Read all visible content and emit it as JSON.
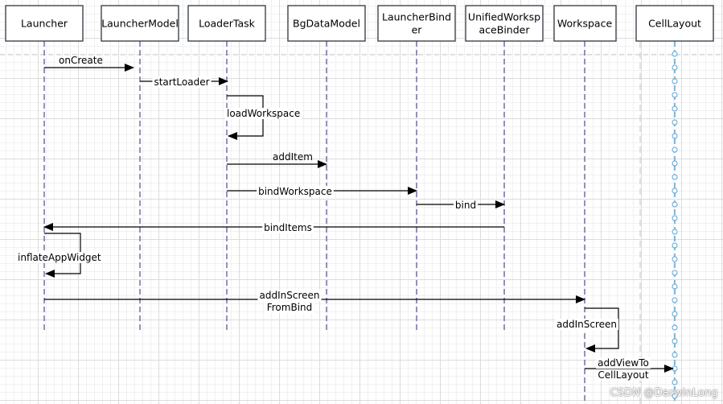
{
  "participants": [
    {
      "id": "launcher",
      "lines": [
        "Launcher"
      ]
    },
    {
      "id": "launcher-model",
      "lines": [
        "LauncherModel"
      ]
    },
    {
      "id": "loader-task",
      "lines": [
        "LoaderTask"
      ]
    },
    {
      "id": "bg-data-model",
      "lines": [
        "BgDataModel"
      ]
    },
    {
      "id": "launcher-binder",
      "lines": [
        "LauncherBind",
        "er"
      ]
    },
    {
      "id": "unified-workspace-binder",
      "lines": [
        "UnifiedWorksp",
        "aceBinder"
      ]
    },
    {
      "id": "workspace",
      "lines": [
        "Workspace"
      ]
    },
    {
      "id": "cell-layout",
      "lines": [
        "CellLayout"
      ]
    }
  ],
  "messages": [
    {
      "id": "on-create",
      "from": "launcher",
      "to": "launcher-model",
      "lines": [
        "onCreate"
      ]
    },
    {
      "id": "start-loader",
      "from": "launcher-model",
      "to": "loader-task",
      "lines": [
        "startLoader"
      ]
    },
    {
      "id": "load-workspace",
      "from": "loader-task",
      "to": "loader-task",
      "lines": [
        "loadWorkspace"
      ]
    },
    {
      "id": "add-item",
      "from": "loader-task",
      "to": "bg-data-model",
      "lines": [
        "addItem"
      ]
    },
    {
      "id": "bind-workspace",
      "from": "loader-task",
      "to": "launcher-binder",
      "lines": [
        "bindWorkspace"
      ]
    },
    {
      "id": "bind",
      "from": "launcher-binder",
      "to": "unified-workspace-binder",
      "lines": [
        "bind"
      ]
    },
    {
      "id": "bind-items",
      "from": "unified-workspace-binder",
      "to": "launcher",
      "lines": [
        "bindItems"
      ]
    },
    {
      "id": "inflate-app-widget",
      "from": "launcher",
      "to": "launcher",
      "lines": [
        "inflateAppWidget"
      ]
    },
    {
      "id": "add-in-screen-from-bind",
      "from": "launcher",
      "to": "workspace",
      "lines": [
        "addInScreen",
        "FromBind"
      ]
    },
    {
      "id": "add-in-screen",
      "from": "workspace",
      "to": "workspace",
      "lines": [
        "addInScreen"
      ]
    },
    {
      "id": "add-view-to-cell-layout",
      "from": "workspace",
      "to": "cell-layout",
      "lines": [
        "addViewTo",
        "CellLayout"
      ]
    }
  ],
  "watermark": "CSDN @DarwinLong",
  "colors": {
    "box_fill": "#ffffff",
    "box_border": "#2e3640",
    "lifeline": "#5a5a99",
    "cell_layout_lifeline": "#5aa3cf",
    "arrow": "#000000",
    "grid": "#dcdcdc"
  }
}
